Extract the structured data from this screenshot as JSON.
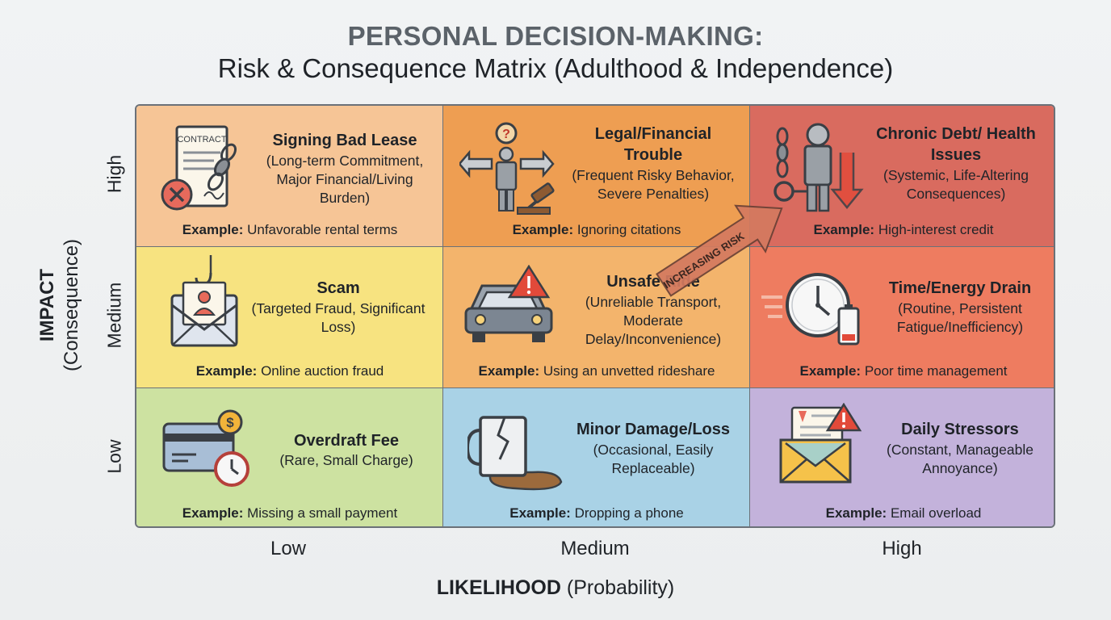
{
  "title": {
    "main": "PERSONAL DECISION-MAKING:",
    "sub": "Risk & Consequence Matrix (Adulthood & Independence)"
  },
  "y_axis": {
    "label_bold": "IMPACT",
    "label_paren": "(Consequence)"
  },
  "x_axis": {
    "label_bold": "LIKELIHOOD",
    "label_paren": "(Probability)"
  },
  "row_labels": [
    "High",
    "Medium",
    "Low"
  ],
  "col_labels": [
    "Low",
    "Medium",
    "High"
  ],
  "arrow_label": "INCREASING RISK",
  "example_prefix": "Example:",
  "colors": {
    "high_low": "#f6c596",
    "high_med": "#ee9e52",
    "high_high": "#d96b5f",
    "med_low": "#f7e380",
    "med_med": "#f3b46c",
    "med_high": "#ee7c60",
    "low_low": "#cde2a1",
    "low_med": "#a9d2e6",
    "low_high": "#c3b2db"
  },
  "cells": {
    "high_low": {
      "head": "Signing Bad Lease",
      "desc": "(Long-term Commitment, Major Financial/Living Burden)",
      "example": "Unfavorable rental terms",
      "icon": "contract-chain-icon",
      "icon_text": "CONTRACT"
    },
    "high_med": {
      "head": "Legal/Financial Trouble",
      "desc": "(Frequent Risky Behavior, Severe Penalties)",
      "example": "Ignoring citations",
      "icon": "crossroads-gavel-icon"
    },
    "high_high": {
      "head": "Chronic Debt/ Health Issues",
      "desc": "(Systemic, Life-Altering Consequences)",
      "example": "High-interest credit",
      "icon": "chained-person-icon"
    },
    "med_low": {
      "head": "Scam",
      "desc": "(Targeted Fraud, Significant Loss)",
      "example": "Online auction fraud",
      "icon": "phishing-envelope-icon"
    },
    "med_med": {
      "head": "Unsafe Ride",
      "desc": "(Unreliable Transport, Moderate Delay/Inconvenience)",
      "example": "Using an unvetted rideshare",
      "icon": "car-warning-icon"
    },
    "med_high": {
      "head": "Time/Energy Drain",
      "desc": "(Routine, Persistent Fatigue/Inefficiency)",
      "example": "Poor time management",
      "icon": "clock-battery-icon"
    },
    "low_low": {
      "head": "Overdraft Fee",
      "desc": "(Rare, Small Charge)",
      "example": "Missing a small payment",
      "icon": "card-coin-clock-icon",
      "icon_text": "$"
    },
    "low_med": {
      "head": "Minor Damage/Loss",
      "desc": "(Occasional, Easily Replaceable)",
      "example": "Dropping a phone",
      "icon": "cracked-mug-icon"
    },
    "low_high": {
      "head": "Daily Stressors",
      "desc": "(Constant, Manageable Annoyance)",
      "example": "Email overload",
      "icon": "inbox-overload-icon"
    }
  }
}
